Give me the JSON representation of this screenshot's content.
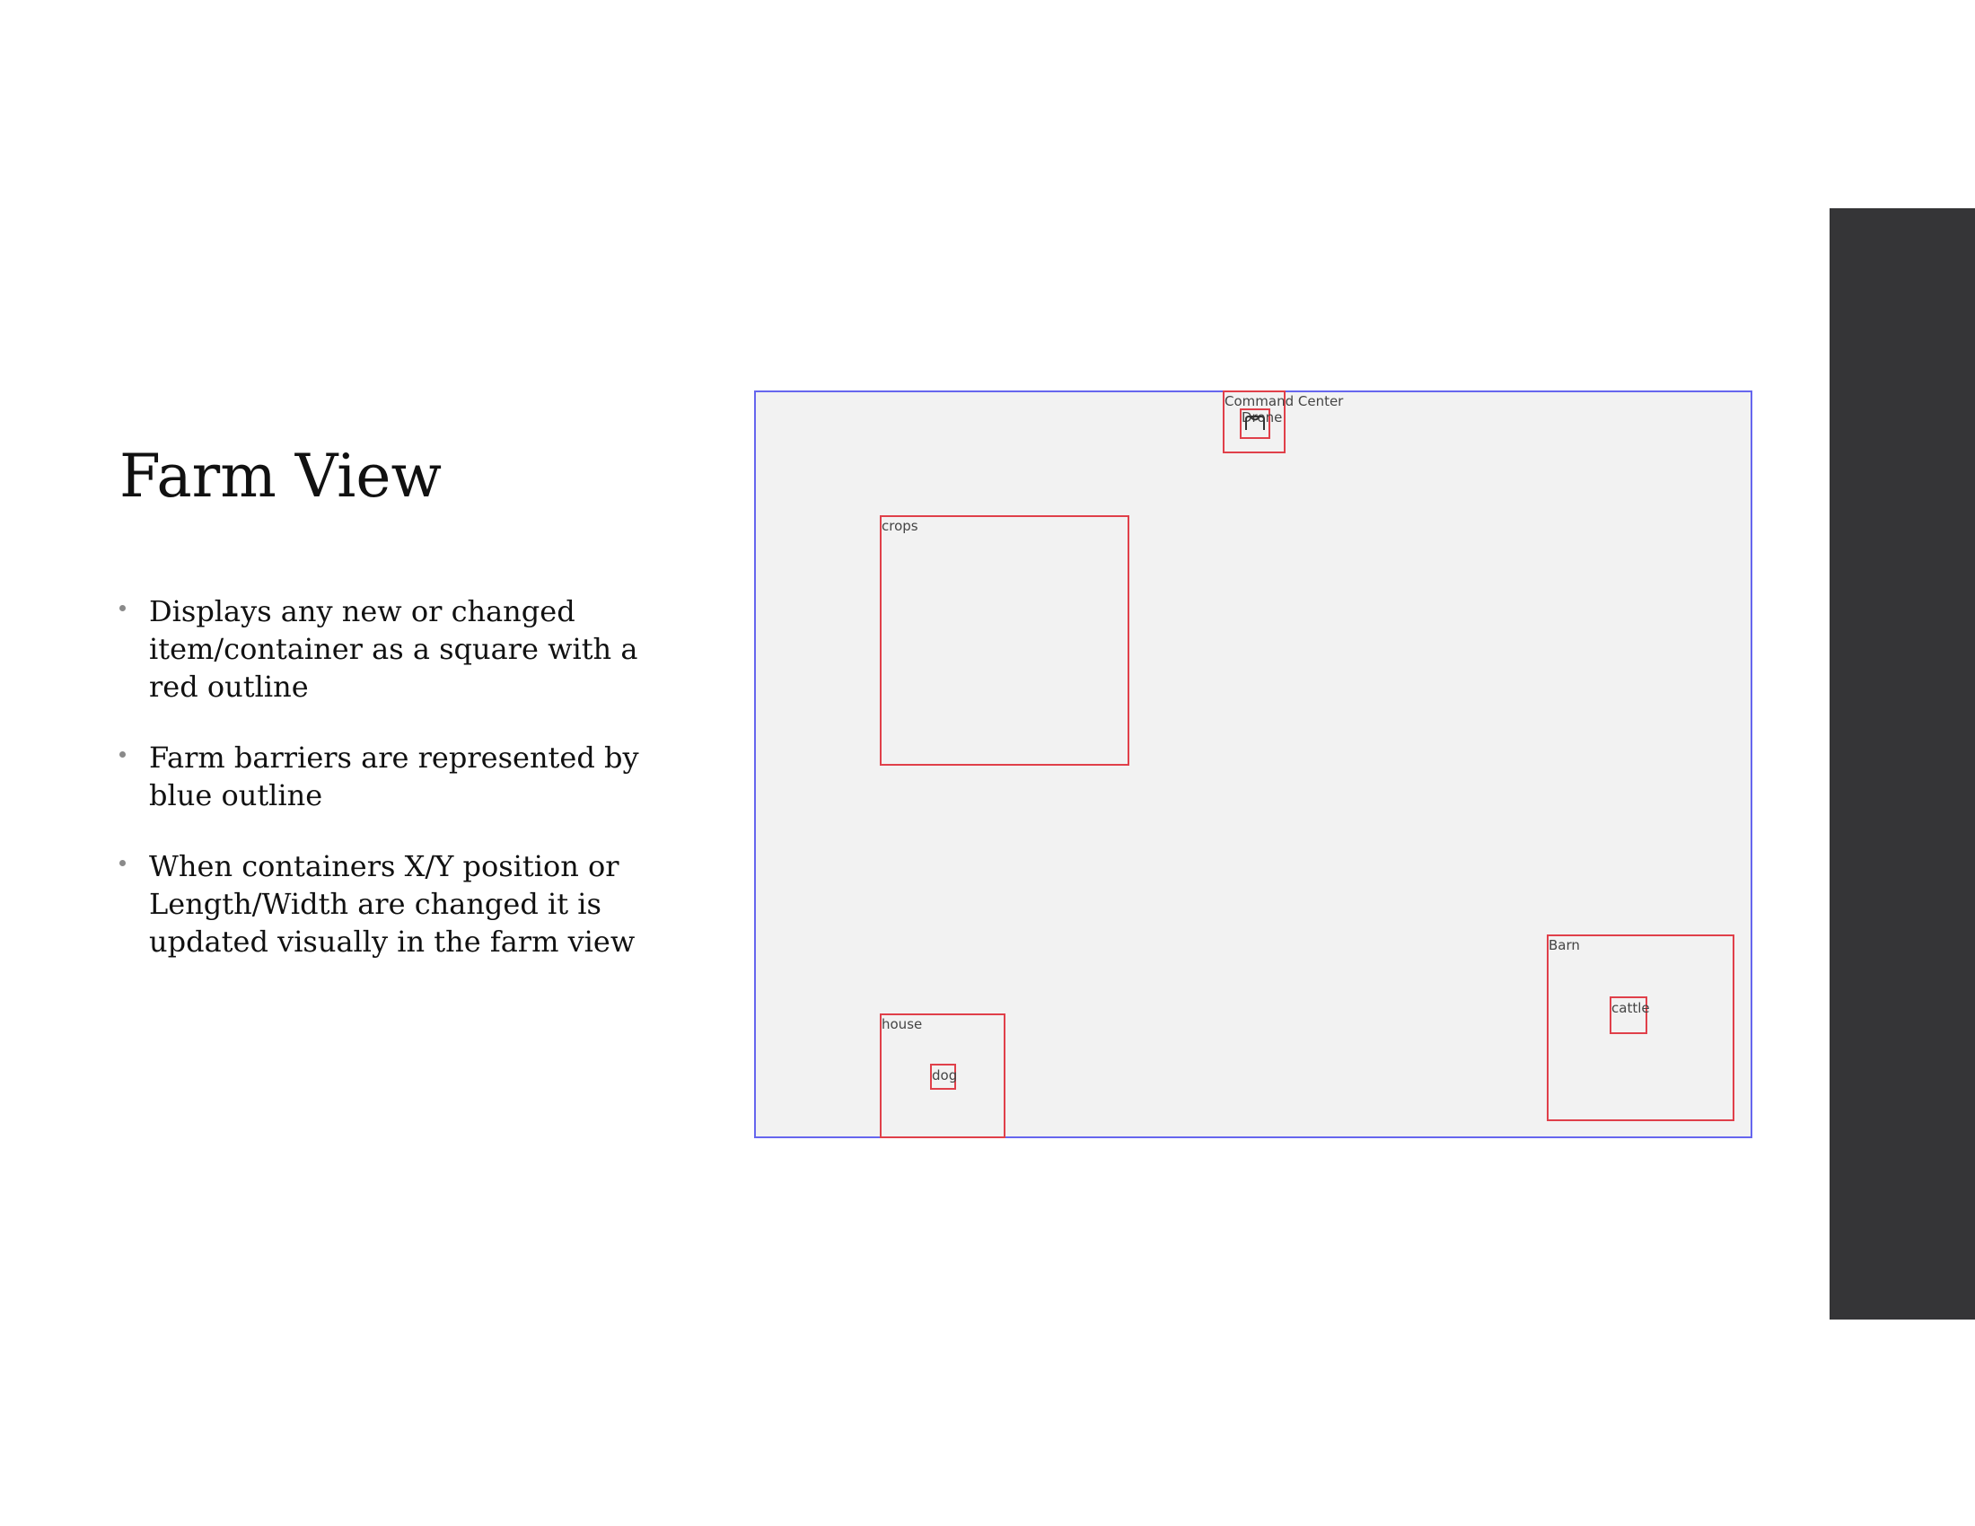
{
  "slide": {
    "title": "Farm View",
    "bullets": [
      "Displays any new or changed item/container as a square with a red outline",
      "Farm barriers are represented by blue outline",
      "When containers X/Y position or Length/Width are changed it is updated visually in the farm view"
    ]
  },
  "farm_view": {
    "barrier_color": "#6666ee",
    "container_color": "#e0404a",
    "containers": {
      "command_center": "Command Center",
      "drone": "Drone",
      "crops": "crops",
      "house": "house",
      "dog": "dog",
      "barn": "Barn",
      "cattle": "cattle"
    },
    "drone_icon": "drone-icon"
  }
}
